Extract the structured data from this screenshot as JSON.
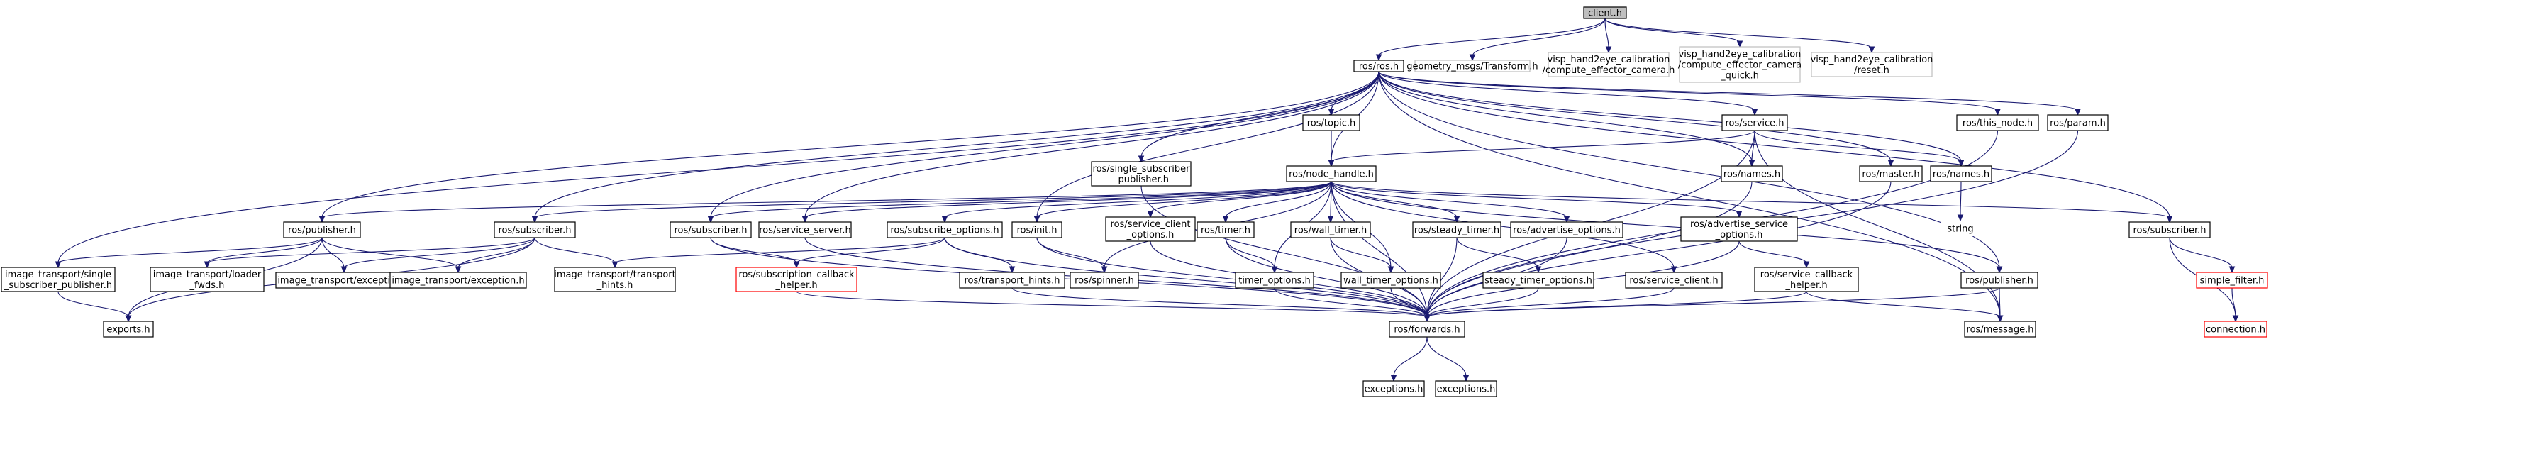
{
  "graph_title": "client.h",
  "colors": {
    "edge": "#191970",
    "box_default": "#000000",
    "box_external": "#bfbfbf",
    "box_unresolved": "#ff0000",
    "root_fill": "#bfbfbf",
    "text_default": "#000000",
    "text_external": "#555555"
  },
  "nodes": [
    {
      "id": "client_h",
      "lines": [
        "client.h"
      ],
      "style": "root"
    },
    {
      "id": "ros_ros_h",
      "lines": [
        "ros/ros.h"
      ],
      "style": "normal"
    },
    {
      "id": "geometry_transform",
      "lines": [
        "geometry_msgs/Transform.h"
      ],
      "style": "external"
    },
    {
      "id": "visp_compute_camera",
      "lines": [
        "visp_hand2eye_calibration",
        "/compute_effector_camera.h"
      ],
      "style": "external"
    },
    {
      "id": "visp_compute_camera_quick",
      "lines": [
        "visp_hand2eye_calibration",
        "/compute_effector_camera",
        "_quick.h"
      ],
      "style": "external"
    },
    {
      "id": "visp_reset",
      "lines": [
        "visp_hand2eye_calibration",
        "/reset.h"
      ],
      "style": "external"
    },
    {
      "id": "ros_topic_h",
      "lines": [
        "ros/topic.h"
      ],
      "style": "normal"
    },
    {
      "id": "ros_service_h",
      "lines": [
        "ros/service.h"
      ],
      "style": "normal"
    },
    {
      "id": "ros_this_node_h",
      "lines": [
        "ros/this_node.h"
      ],
      "style": "normal"
    },
    {
      "id": "ros_param_h",
      "lines": [
        "ros/param.h"
      ],
      "style": "normal"
    },
    {
      "id": "ros_single_subscriber_publisher_h",
      "lines": [
        "ros/single_subscriber",
        "_publisher.h"
      ],
      "style": "normal"
    },
    {
      "id": "ros_node_handle_h",
      "lines": [
        "ros/node_handle.h"
      ],
      "style": "normal"
    },
    {
      "id": "ros_names_h_a",
      "lines": [
        "ros/names.h"
      ],
      "style": "normal"
    },
    {
      "id": "ros_master_h",
      "lines": [
        "ros/master.h"
      ],
      "style": "normal"
    },
    {
      "id": "ros_names_h_b",
      "lines": [
        "ros/names.h"
      ],
      "style": "normal"
    },
    {
      "id": "string",
      "lines": [
        "string"
      ],
      "style": "plain"
    },
    {
      "id": "ros_publisher_h_a",
      "lines": [
        "ros/publisher.h"
      ],
      "style": "normal"
    },
    {
      "id": "ros_subscriber_h_a",
      "lines": [
        "ros/subscriber.h"
      ],
      "style": "normal"
    },
    {
      "id": "ros_subscriber_h_b",
      "lines": [
        "ros/subscriber.h"
      ],
      "style": "normal"
    },
    {
      "id": "ros_service_server_h",
      "lines": [
        "ros/service_server.h"
      ],
      "style": "normal"
    },
    {
      "id": "ros_subscribe_options_h",
      "lines": [
        "ros/subscribe_options.h"
      ],
      "style": "normal"
    },
    {
      "id": "ros_init_h",
      "lines": [
        "ros/init.h"
      ],
      "style": "normal"
    },
    {
      "id": "ros_service_client_options_h",
      "lines": [
        "ros/service_client",
        "_options.h"
      ],
      "style": "normal"
    },
    {
      "id": "ros_timer_h",
      "lines": [
        "ros/timer.h"
      ],
      "style": "normal"
    },
    {
      "id": "ros_wall_timer_h",
      "lines": [
        "ros/wall_timer.h"
      ],
      "style": "normal"
    },
    {
      "id": "ros_steady_timer_h",
      "lines": [
        "ros/steady_timer.h"
      ],
      "style": "normal"
    },
    {
      "id": "ros_advertise_options_h",
      "lines": [
        "ros/advertise_options.h"
      ],
      "style": "normal"
    },
    {
      "id": "ros_advertise_service_options_h",
      "lines": [
        "ros/advertise_service",
        "_options.h"
      ],
      "style": "normal"
    },
    {
      "id": "ros_subscriber_h_c",
      "lines": [
        "ros/subscriber.h"
      ],
      "style": "normal"
    },
    {
      "id": "image_transport_single_subscriber_publisher_h",
      "lines": [
        "image_transport/single",
        "_subscriber_publisher.h"
      ],
      "style": "normal"
    },
    {
      "id": "image_transport_loader_fwds_h",
      "lines": [
        "image_transport/loader",
        "_fwds.h"
      ],
      "style": "normal"
    },
    {
      "id": "image_transport_exception_h_a",
      "lines": [
        "image_transport/exception.h"
      ],
      "style": "normal"
    },
    {
      "id": "image_transport_exception_h_b",
      "lines": [
        "image_transport/exception.h"
      ],
      "style": "normal"
    },
    {
      "id": "image_transport_transport_hints_h",
      "lines": [
        "image_transport/transport",
        "_hints.h"
      ],
      "style": "normal"
    },
    {
      "id": "ros_subscription_callback_helper_h",
      "lines": [
        "ros/subscription_callback",
        "_helper.h"
      ],
      "style": "unresolved"
    },
    {
      "id": "ros_transport_hints_h",
      "lines": [
        "ros/transport_hints.h"
      ],
      "style": "normal"
    },
    {
      "id": "ros_spinner_h",
      "lines": [
        "ros/spinner.h"
      ],
      "style": "normal"
    },
    {
      "id": "timer_options_h",
      "lines": [
        "timer_options.h"
      ],
      "style": "normal"
    },
    {
      "id": "wall_timer_options_h",
      "lines": [
        "wall_timer_options.h"
      ],
      "style": "normal"
    },
    {
      "id": "steady_timer_options_h",
      "lines": [
        "steady_timer_options.h"
      ],
      "style": "normal"
    },
    {
      "id": "ros_service_client_h",
      "lines": [
        "ros/service_client.h"
      ],
      "style": "normal"
    },
    {
      "id": "ros_service_callback_helper_h",
      "lines": [
        "ros/service_callback",
        "_helper.h"
      ],
      "style": "normal"
    },
    {
      "id": "ros_publisher_h_b",
      "lines": [
        "ros/publisher.h"
      ],
      "style": "normal"
    },
    {
      "id": "simple_filter_h",
      "lines": [
        "simple_filter.h"
      ],
      "style": "unresolved"
    },
    {
      "id": "exports_h",
      "lines": [
        "exports.h"
      ],
      "style": "normal"
    },
    {
      "id": "ros_forwards_h",
      "lines": [
        "ros/forwards.h"
      ],
      "style": "normal"
    },
    {
      "id": "ros_message_h",
      "lines": [
        "ros/message.h"
      ],
      "style": "normal"
    },
    {
      "id": "connection_h",
      "lines": [
        "connection.h"
      ],
      "style": "unresolved"
    },
    {
      "id": "exceptions_h_a",
      "lines": [
        "exceptions.h"
      ],
      "style": "normal"
    },
    {
      "id": "exceptions_h_b",
      "lines": [
        "exceptions.h"
      ],
      "style": "normal"
    }
  ],
  "edges": [
    [
      "client_h",
      "ros_ros_h"
    ],
    [
      "client_h",
      "geometry_transform"
    ],
    [
      "client_h",
      "visp_compute_camera"
    ],
    [
      "client_h",
      "visp_compute_camera_quick"
    ],
    [
      "client_h",
      "visp_reset"
    ],
    [
      "ros_ros_h",
      "ros_topic_h"
    ],
    [
      "ros_ros_h",
      "ros_service_h"
    ],
    [
      "ros_ros_h",
      "ros_this_node_h"
    ],
    [
      "ros_ros_h",
      "ros_param_h"
    ],
    [
      "ros_ros_h",
      "ros_single_subscriber_publisher_h"
    ],
    [
      "ros_ros_h",
      "ros_node_handle_h"
    ],
    [
      "ros_ros_h",
      "ros_names_h_a"
    ],
    [
      "ros_ros_h",
      "ros_master_h"
    ],
    [
      "ros_ros_h",
      "ros_names_h_b"
    ],
    [
      "ros_ros_h",
      "ros_publisher_h_a"
    ],
    [
      "ros_ros_h",
      "ros_subscriber_h_a"
    ],
    [
      "ros_ros_h",
      "ros_subscriber_h_b"
    ],
    [
      "ros_ros_h",
      "ros_service_server_h"
    ],
    [
      "ros_ros_h",
      "ros_init_h"
    ],
    [
      "ros_ros_h",
      "ros_subscriber_h_c"
    ],
    [
      "ros_ros_h",
      "image_transport_single_subscriber_publisher_h"
    ],
    [
      "ros_ros_h",
      "ros_publisher_h_b"
    ],
    [
      "ros_ros_h",
      "ros_message_h"
    ],
    [
      "ros_topic_h",
      "ros_node_handle_h"
    ],
    [
      "ros_service_h",
      "ros_node_handle_h"
    ],
    [
      "ros_service_h",
      "ros_names_h_a"
    ],
    [
      "ros_service_h",
      "ros_names_h_b"
    ],
    [
      "ros_service_h",
      "ros_forwards_h"
    ],
    [
      "ros_service_h",
      "ros_message_h"
    ],
    [
      "ros_this_node_h",
      "ros_forwards_h"
    ],
    [
      "ros_param_h",
      "ros_forwards_h"
    ],
    [
      "ros_single_subscriber_publisher_h",
      "ros_forwards_h"
    ],
    [
      "ros_node_handle_h",
      "ros_publisher_h_a"
    ],
    [
      "ros_node_handle_h",
      "ros_subscriber_h_a"
    ],
    [
      "ros_node_handle_h",
      "ros_subscriber_h_b"
    ],
    [
      "ros_node_handle_h",
      "ros_service_server_h"
    ],
    [
      "ros_node_handle_h",
      "ros_subscribe_options_h"
    ],
    [
      "ros_node_handle_h",
      "ros_init_h"
    ],
    [
      "ros_node_handle_h",
      "ros_service_client_options_h"
    ],
    [
      "ros_node_handle_h",
      "ros_timer_h"
    ],
    [
      "ros_node_handle_h",
      "ros_wall_timer_h"
    ],
    [
      "ros_node_handle_h",
      "ros_steady_timer_h"
    ],
    [
      "ros_node_handle_h",
      "ros_advertise_options_h"
    ],
    [
      "ros_node_handle_h",
      "ros_advertise_service_options_h"
    ],
    [
      "ros_node_handle_h",
      "ros_subscriber_h_c"
    ],
    [
      "ros_node_handle_h",
      "ros_service_client_h"
    ],
    [
      "ros_node_handle_h",
      "ros_publisher_h_b"
    ],
    [
      "ros_node_handle_h",
      "ros_spinner_h"
    ],
    [
      "ros_node_handle_h",
      "timer_options_h"
    ],
    [
      "ros_node_handle_h",
      "wall_timer_options_h"
    ],
    [
      "ros_node_handle_h",
      "ros_forwards_h"
    ],
    [
      "ros_names_h_a",
      "ros_forwards_h"
    ],
    [
      "ros_master_h",
      "ros_forwards_h"
    ],
    [
      "ros_names_h_b",
      "string"
    ],
    [
      "ros_publisher_h_a",
      "image_transport_single_subscriber_publisher_h"
    ],
    [
      "ros_publisher_h_a",
      "image_transport_loader_fwds_h"
    ],
    [
      "ros_publisher_h_a",
      "image_transport_exception_h_a"
    ],
    [
      "ros_publisher_h_a",
      "image_transport_exception_h_b"
    ],
    [
      "ros_publisher_h_a",
      "exports_h"
    ],
    [
      "ros_subscriber_h_a",
      "image_transport_loader_fwds_h"
    ],
    [
      "ros_subscriber_h_a",
      "image_transport_exception_h_a"
    ],
    [
      "ros_subscriber_h_a",
      "image_transport_exception_h_b"
    ],
    [
      "ros_subscriber_h_a",
      "image_transport_transport_hints_h"
    ],
    [
      "ros_subscriber_h_a",
      "exports_h"
    ],
    [
      "ros_subscriber_h_b",
      "ros_subscription_callback_helper_h"
    ],
    [
      "ros_subscriber_h_b",
      "ros_forwards_h"
    ],
    [
      "ros_service_server_h",
      "ros_forwards_h"
    ],
    [
      "ros_subscribe_options_h",
      "ros_subscription_callback_helper_h"
    ],
    [
      "ros_subscribe_options_h",
      "ros_transport_hints_h"
    ],
    [
      "ros_subscribe_options_h",
      "ros_forwards_h"
    ],
    [
      "ros_subscribe_options_h",
      "image_transport_transport_hints_h"
    ],
    [
      "ros_init_h",
      "ros_spinner_h"
    ],
    [
      "ros_init_h",
      "ros_forwards_h"
    ],
    [
      "ros_service_client_options_h",
      "ros_forwards_h"
    ],
    [
      "ros_timer_h",
      "timer_options_h"
    ],
    [
      "ros_timer_h",
      "ros_forwards_h"
    ],
    [
      "ros_wall_timer_h",
      "wall_timer_options_h"
    ],
    [
      "ros_wall_timer_h",
      "ros_forwards_h"
    ],
    [
      "ros_steady_timer_h",
      "steady_timer_options_h"
    ],
    [
      "ros_steady_timer_h",
      "ros_forwards_h"
    ],
    [
      "ros_advertise_options_h",
      "ros_forwards_h"
    ],
    [
      "ros_advertise_service_options_h",
      "ros_service_callback_helper_h"
    ],
    [
      "ros_advertise_service_options_h",
      "ros_forwards_h"
    ],
    [
      "ros_subscriber_h_c",
      "simple_filter_h"
    ],
    [
      "ros_subscriber_h_c",
      "connection_h"
    ],
    [
      "image_transport_single_subscriber_publisher_h",
      "exports_h"
    ],
    [
      "ros_subscription_callback_helper_h",
      "ros_forwards_h"
    ],
    [
      "ros_transport_hints_h",
      "ros_forwards_h"
    ],
    [
      "timer_options_h",
      "ros_forwards_h"
    ],
    [
      "wall_timer_options_h",
      "ros_forwards_h"
    ],
    [
      "steady_timer_options_h",
      "ros_forwards_h"
    ],
    [
      "ros_service_client_h",
      "ros_forwards_h"
    ],
    [
      "ros_service_callback_helper_h",
      "ros_forwards_h"
    ],
    [
      "ros_service_callback_helper_h",
      "ros_message_h"
    ],
    [
      "ros_publisher_h_b",
      "ros_forwards_h"
    ],
    [
      "ros_publisher_h_b",
      "ros_message_h"
    ],
    [
      "simple_filter_h",
      "connection_h"
    ],
    [
      "ros_forwards_h",
      "exceptions_h_a"
    ],
    [
      "ros_forwards_h",
      "exceptions_h_b"
    ]
  ]
}
